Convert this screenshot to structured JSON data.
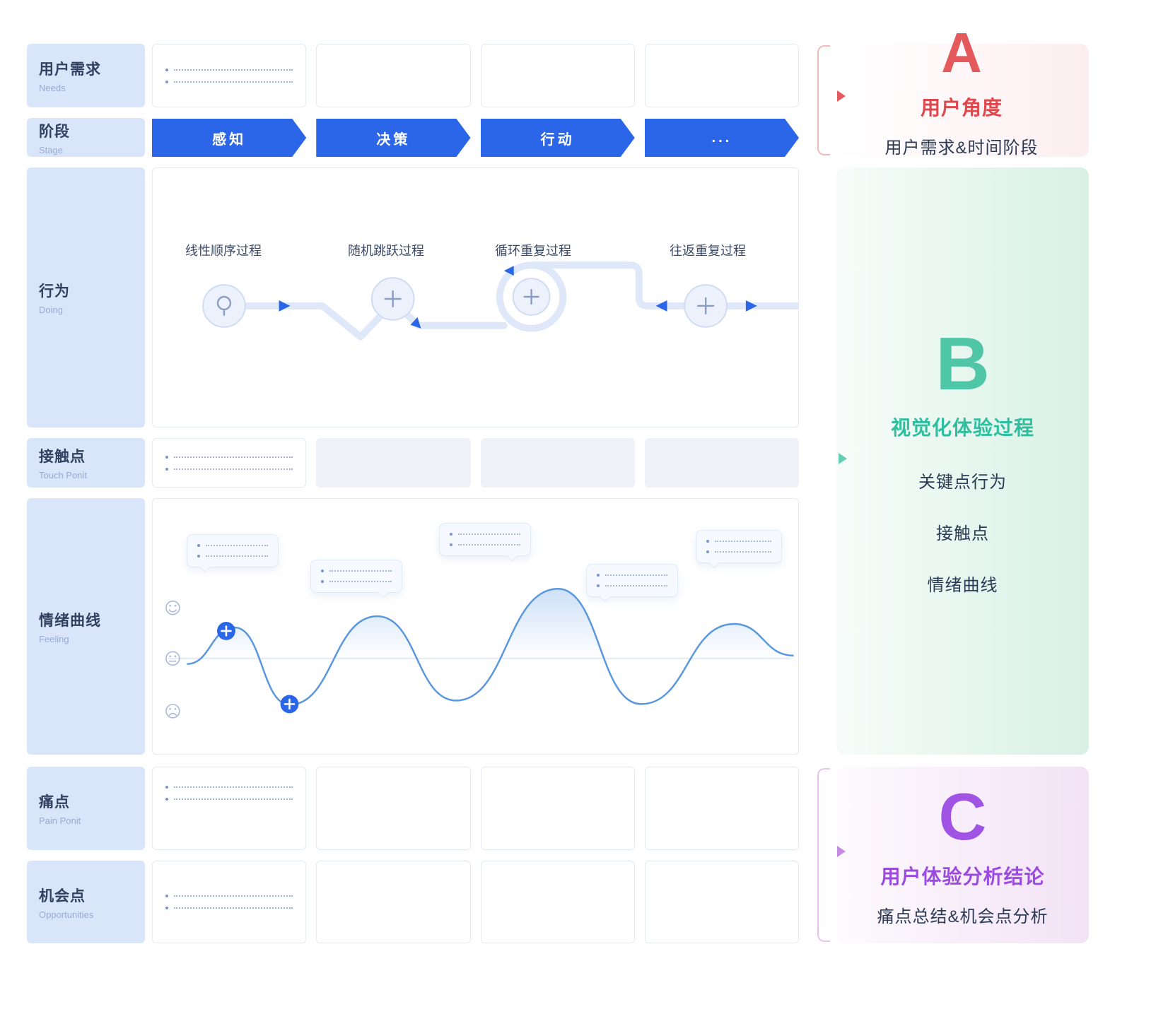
{
  "journey": {
    "rows": [
      {
        "label": "用户需求",
        "sublabel": "Needs"
      },
      {
        "label": "阶段",
        "sublabel": "Stage"
      },
      {
        "label": "行为",
        "sublabel": "Doing"
      },
      {
        "label": "接触点",
        "sublabel": "Touch Ponit"
      },
      {
        "label": "情绪曲线",
        "sublabel": "Feeling"
      },
      {
        "label": "痛点",
        "sublabel": "Pain Ponit"
      },
      {
        "label": "机会点",
        "sublabel": "Opportunities"
      }
    ],
    "stages": [
      {
        "label": "感知"
      },
      {
        "label": "决策"
      },
      {
        "label": "行动"
      },
      {
        "label": "..."
      }
    ],
    "doing": {
      "processes": [
        {
          "label": "线性顺序过程"
        },
        {
          "label": "随机跳跃过程"
        },
        {
          "label": "循环重复过程"
        },
        {
          "label": "往返重复过程"
        }
      ]
    },
    "feeling": {
      "icons": [
        "happy-face-icon",
        "neutral-face-icon",
        "sad-face-icon"
      ]
    }
  },
  "annotations": {
    "a": {
      "letter": "A",
      "title": "用户角度",
      "desc": "用户需求&时间阶段",
      "accent": "#e4595b"
    },
    "b": {
      "letter": "B",
      "title": "视觉化体验过程",
      "items": [
        "关键点行为",
        "接触点",
        "情绪曲线"
      ],
      "accent": "#3fc2a2"
    },
    "c": {
      "letter": "C",
      "title": "用户体验分析结论",
      "desc": "痛点总结&机会点分析",
      "accent": "#a154e4"
    }
  },
  "colors": {
    "stage_arrow": "#2b66e8",
    "row_label_bg": "#d9e6fa",
    "emotion_curve": "#5b97dd"
  }
}
